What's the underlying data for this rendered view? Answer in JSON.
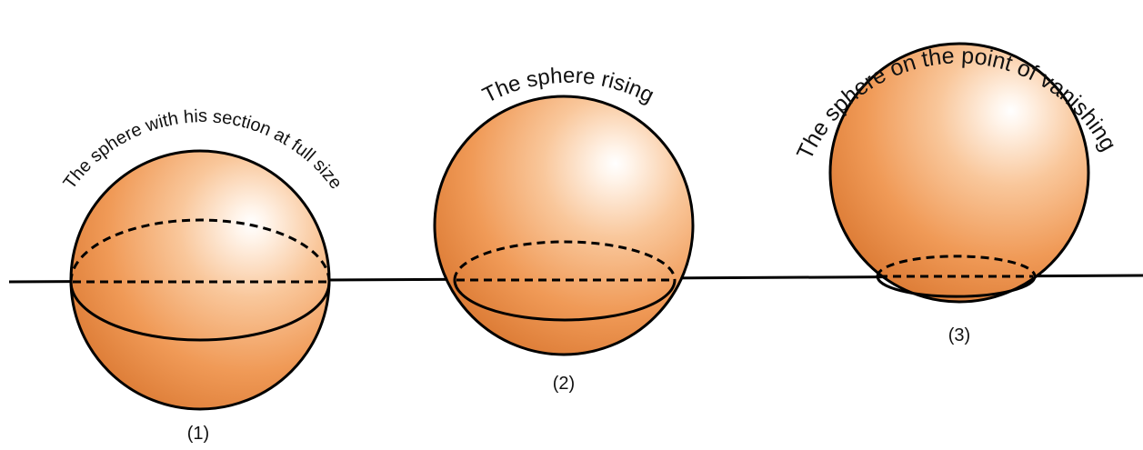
{
  "diagram": {
    "ground_line": {
      "stroke": "#000000"
    },
    "spheres": [
      {
        "id": "sphere-1",
        "arc_label": "The sphere with his section at full size",
        "caption": "(1)"
      },
      {
        "id": "sphere-2",
        "arc_label": "The sphere rising",
        "caption": "(2)"
      },
      {
        "id": "sphere-3",
        "arc_label": "The sphere on the point of vanishing",
        "caption": "(3)"
      }
    ],
    "colors": {
      "sphere_highlight": "#ffffff",
      "sphere_light": "#fbd2ae",
      "sphere_mid": "#f1a062",
      "sphere_dark": "#dc7b35",
      "outline": "#000000"
    }
  }
}
